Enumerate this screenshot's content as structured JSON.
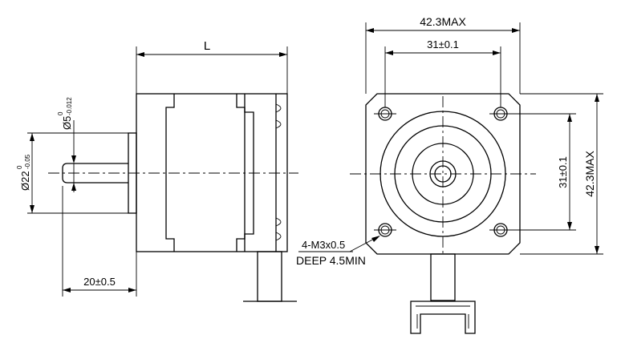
{
  "side_view": {
    "length_label": "L",
    "flange_diameter_label": "Ø22",
    "flange_tolerance_upper": "0",
    "flange_tolerance_lower": "-0.05",
    "shaft_diameter_label": "Ø5",
    "shaft_tolerance_upper": "0",
    "shaft_tolerance_lower": "-0.012",
    "shaft_length_label": "20±0.5"
  },
  "front_view": {
    "overall_width_label": "42.3MAX",
    "hole_spacing_width_label": "31±0.1",
    "hole_spacing_height_label": "31±0.1",
    "overall_height_label": "42.3MAX",
    "thread_label": "4-M3x0.5",
    "depth_label": "DEEP 4.5MIN"
  }
}
